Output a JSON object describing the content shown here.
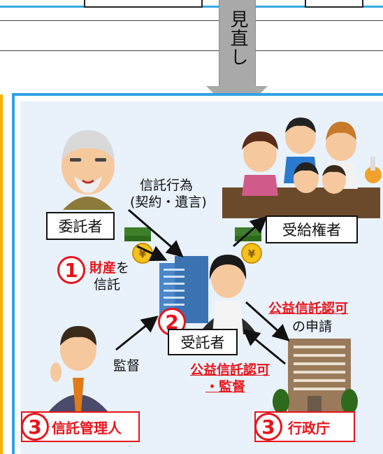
{
  "arrow": {
    "text": "見直し"
  },
  "settlor": {
    "label": "委託者"
  },
  "trust_act": {
    "line1": "信託行為",
    "line2": "(契約・遺言)"
  },
  "beneficiary": {
    "label": "受給権者"
  },
  "property": {
    "num": "1",
    "keyword": "財産",
    "rest": "を",
    "line2": "信託"
  },
  "trustee": {
    "num": "2",
    "label": "受託者"
  },
  "supervision": {
    "label": "監督"
  },
  "application": {
    "line1": "公益信託認可",
    "line2": "の申請"
  },
  "approval": {
    "line1": "公益信託認可",
    "line2": "・監督"
  },
  "manager": {
    "num": "3",
    "label": "信託管理人"
  },
  "agency": {
    "num": "3",
    "label": "行政庁"
  },
  "colors": {
    "accent_red": "#e8141b",
    "frame_blue": "#2ea3e3",
    "arrow_gray": "#a9a9a9",
    "strip_yellow": "#f2b400"
  },
  "icons": [
    "elderly-man-icon",
    "family-icon",
    "yen-coin-stack-icon",
    "office-building-icon",
    "woman-trustee-icon",
    "businessman-icon",
    "government-building-icon"
  ]
}
